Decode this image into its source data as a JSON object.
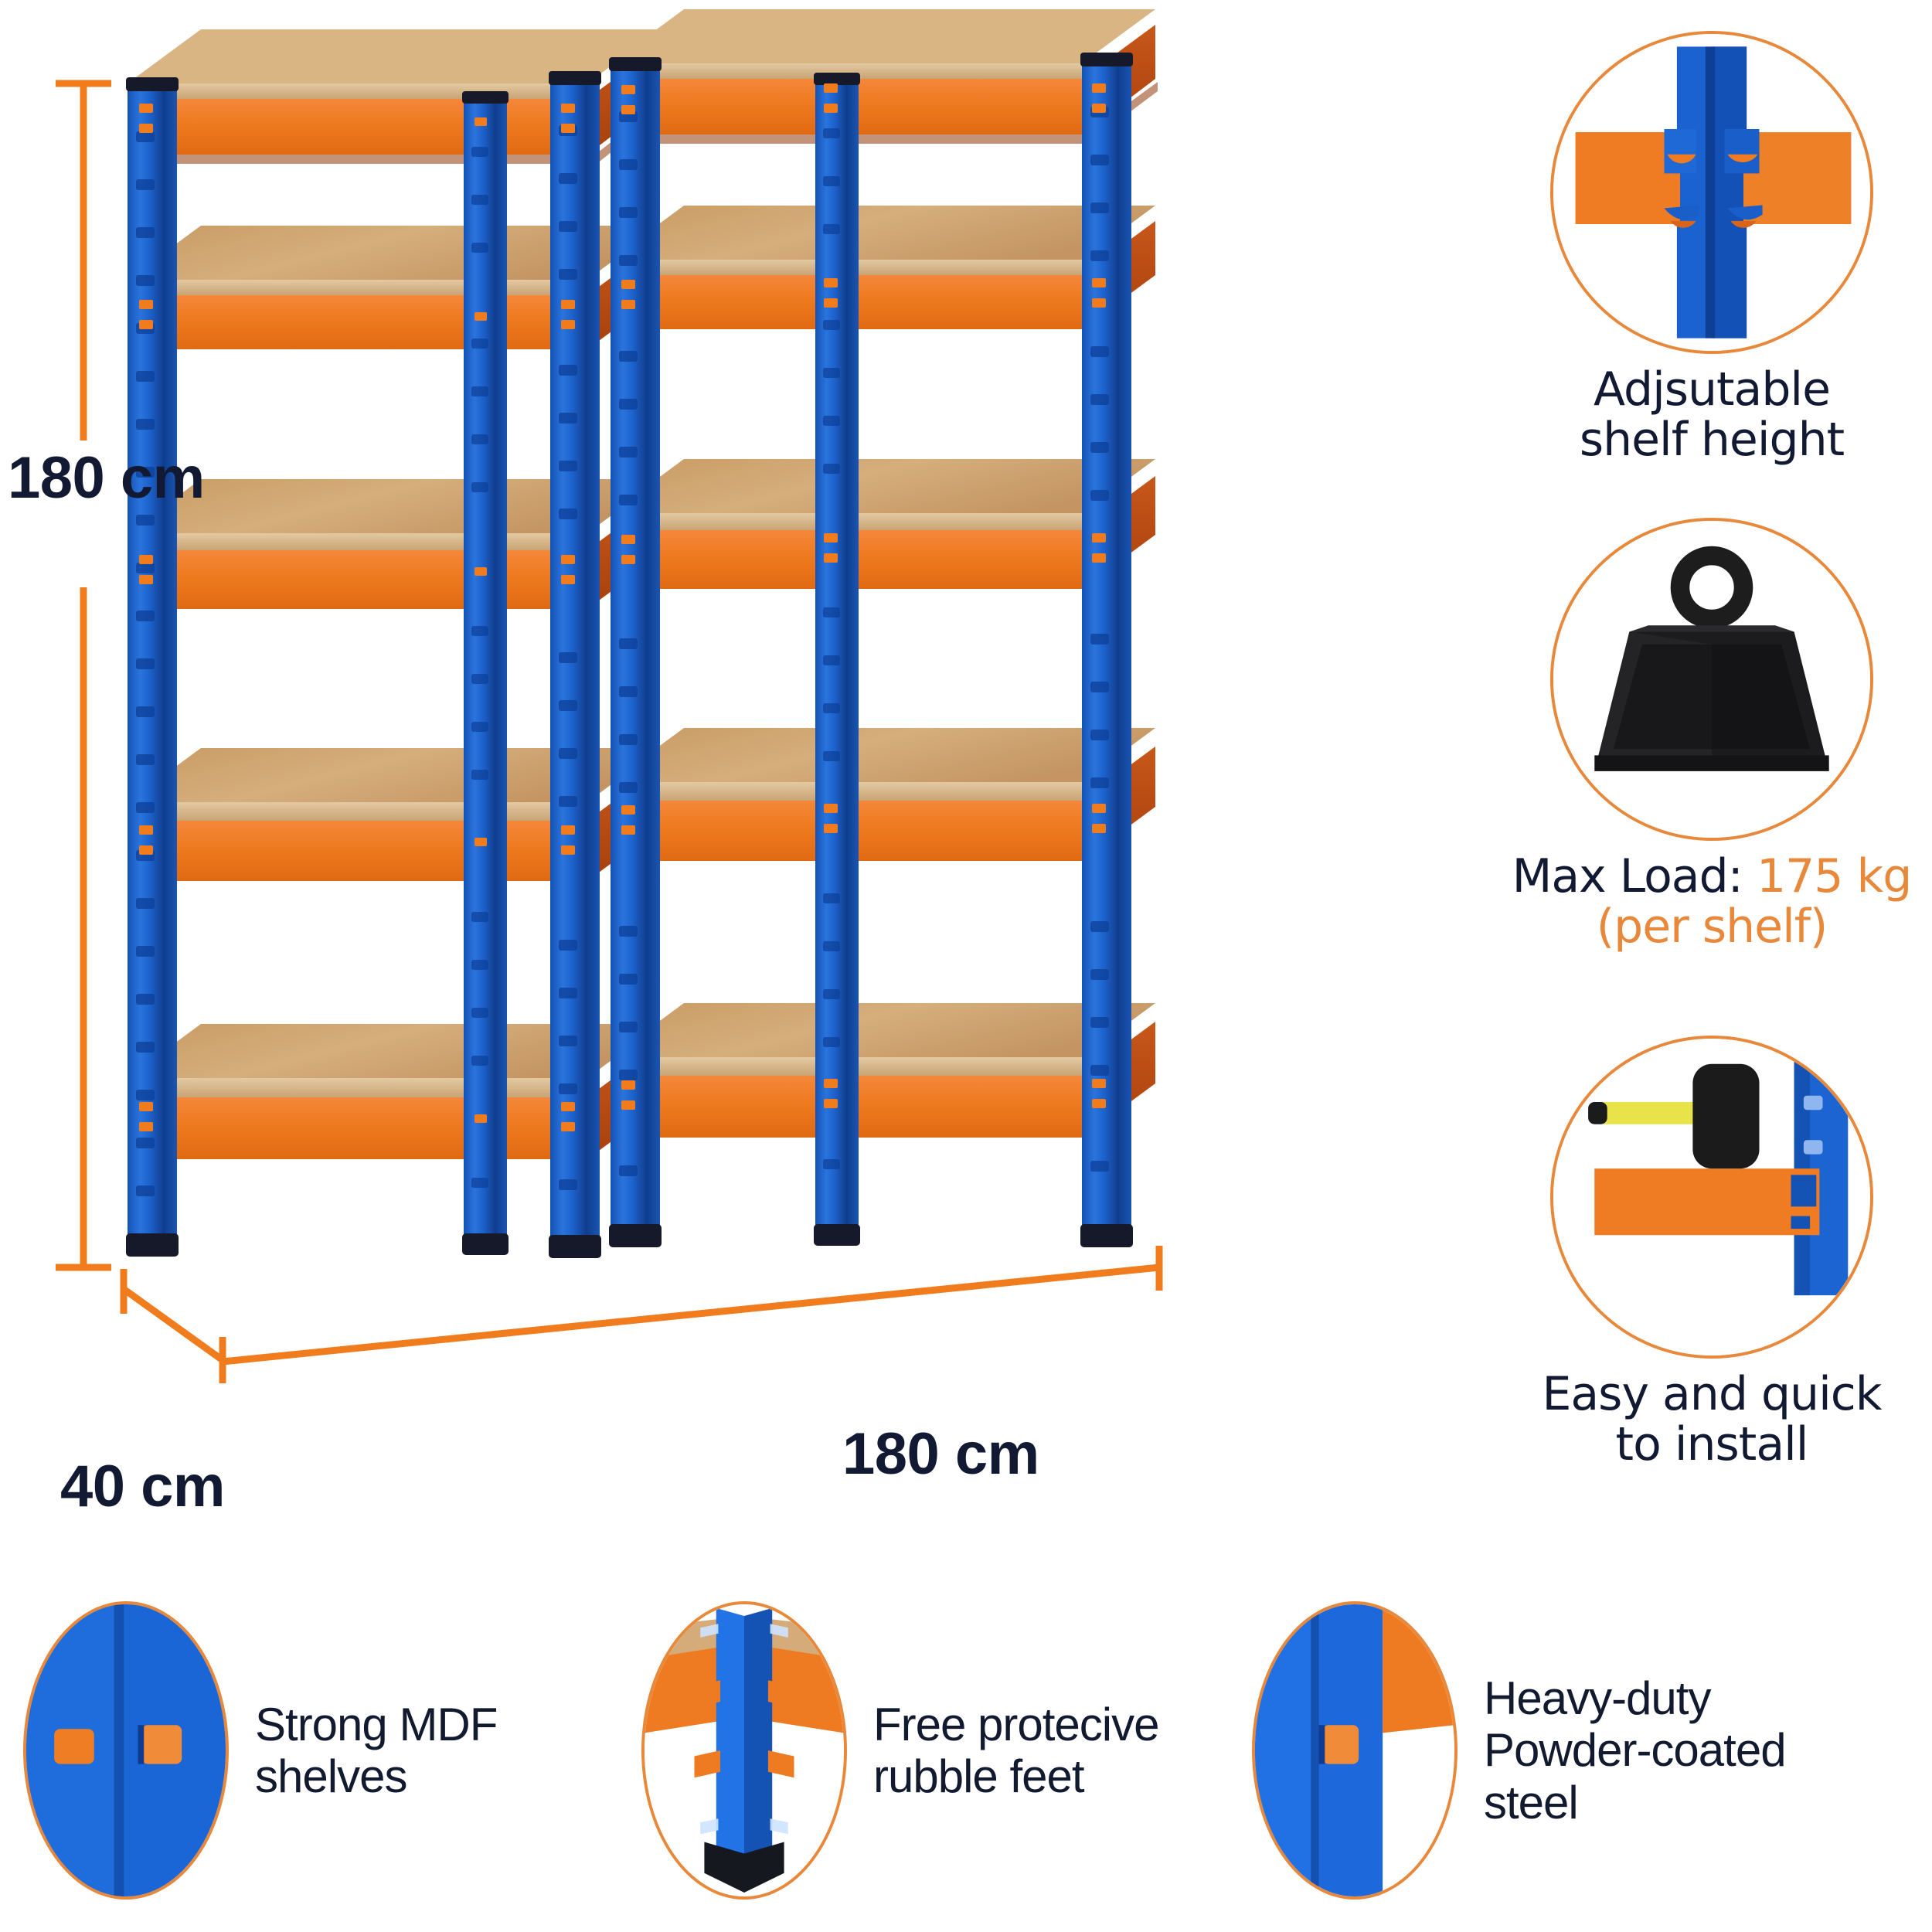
{
  "product": {
    "name": "5-tier heavy duty garage shelving (2 bays)",
    "bays": 2,
    "shelves_per_bay": 5,
    "colors": {
      "frame_blue": "#1f5fc4",
      "frame_blue_dark": "#12357f",
      "beam_orange": "#ef7b22",
      "beam_orange_dark": "#c24f12",
      "mdf_board": "#c9a169",
      "mdf_board_top": "#d6b184",
      "foot_black": "#131722",
      "accent_orange": "#ef7b22",
      "callout_ring": "#e8883a",
      "text_navy": "#121a33",
      "background": "#ffffff"
    }
  },
  "dimensions": {
    "height": "180 cm",
    "depth": "40 cm",
    "width": "180 cm"
  },
  "features_right": [
    {
      "id": "adjustable-shelf-height",
      "icon": "shelf-beam-clip-icon",
      "caption_lines": [
        "Adjsutable",
        "shelf height"
      ]
    },
    {
      "id": "max-load",
      "icon": "weight-block-icon",
      "caption_prefix": "Max Load: ",
      "caption_value": "175 kg",
      "caption_sub": "(per shelf)"
    },
    {
      "id": "easy-quick-install",
      "icon": "rubber-mallet-icon",
      "caption_lines": [
        "Easy and quick",
        "to install"
      ]
    }
  ],
  "features_bottom": [
    {
      "id": "strong-mdf-shelves",
      "icon": "blue-upright-slots-icon",
      "caption_lines": [
        "Strong MDF",
        "shelves"
      ]
    },
    {
      "id": "protective-rubber-feet",
      "icon": "corner-post-foot-icon",
      "caption_lines": [
        "Free protecive",
        "rubble feet"
      ]
    },
    {
      "id": "powder-coated-steel",
      "icon": "powder-coated-post-icon",
      "caption_lines": [
        "Heavy-duty",
        "Powder-coated",
        "steel"
      ]
    }
  ]
}
